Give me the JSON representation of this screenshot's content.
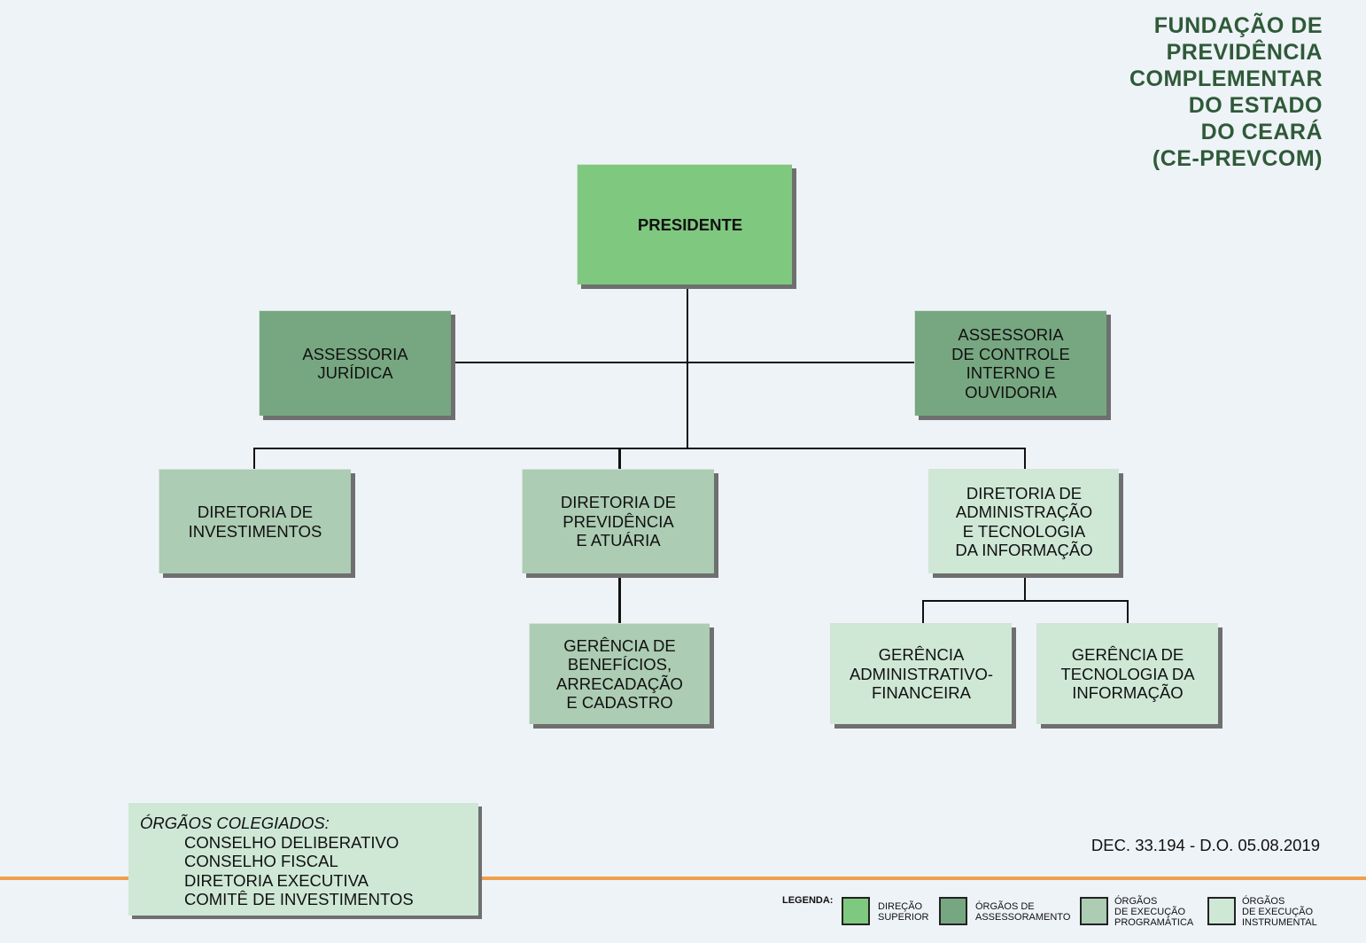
{
  "title_lines": [
    "FUNDAÇÃO DE",
    "PREVIDÊNCIA",
    "COMPLEMENTAR",
    "DO ESTADO",
    "DO CEARÁ",
    "(CE-PREVCOM)"
  ],
  "nodes": {
    "presidente": "PRESIDENTE",
    "assessoria_juridica": "ASSESSORIA\nJURÍDICA",
    "assessoria_controle": "ASSESSORIA\nDE CONTROLE\nINTERNO E\nOUVIDORIA",
    "diretoria_investimentos": "DIRETORIA DE\nINVESTIMENTOS",
    "diretoria_previdencia": "DIRETORIA DE\nPREVIDÊNCIA\nE ATUÁRIA",
    "diretoria_administracao": "DIRETORIA DE\nADMINISTRAÇÃO\nE TECNOLOGIA\nDA INFORMAÇÃO",
    "gerencia_beneficios": "GERÊNCIA DE\nBENEFÍCIOS,\nARRECADAÇÃO\nE CADASTRO",
    "gerencia_administrativo": "GERÊNCIA\nADMINISTRATIVO-\nFINANCEIRA",
    "gerencia_tecnologia": "GERÊNCIA DE\nTECNOLOGIA DA\nINFORMAÇÃO"
  },
  "colegiados": {
    "heading": "ÓRGÃOS COLEGIADOS:",
    "items": [
      "CONSELHO DELIBERATIVO",
      "CONSELHO FISCAL",
      "DIRETORIA EXECUTIVA",
      "COMITÊ DE INVESTIMENTOS"
    ]
  },
  "decree": "DEC. 33.194 - D.O. 05.08.2019",
  "legend": {
    "label": "LEGENDA:",
    "items": [
      {
        "text": "DIREÇÃO\nSUPERIOR",
        "color": "#7fc87f"
      },
      {
        "text": "ÓRGÃOS DE\nASSESSORAMENTO",
        "color": "#77a781"
      },
      {
        "text": "ÓRGÃOS\nDE EXECUÇÃO\nPROGRAMÁTICA",
        "color": "#acccb3"
      },
      {
        "text": "ÓRGÃOS\nDE EXECUÇÃO\nINSTRUMENTAL",
        "color": "#cfe8d6"
      }
    ]
  }
}
